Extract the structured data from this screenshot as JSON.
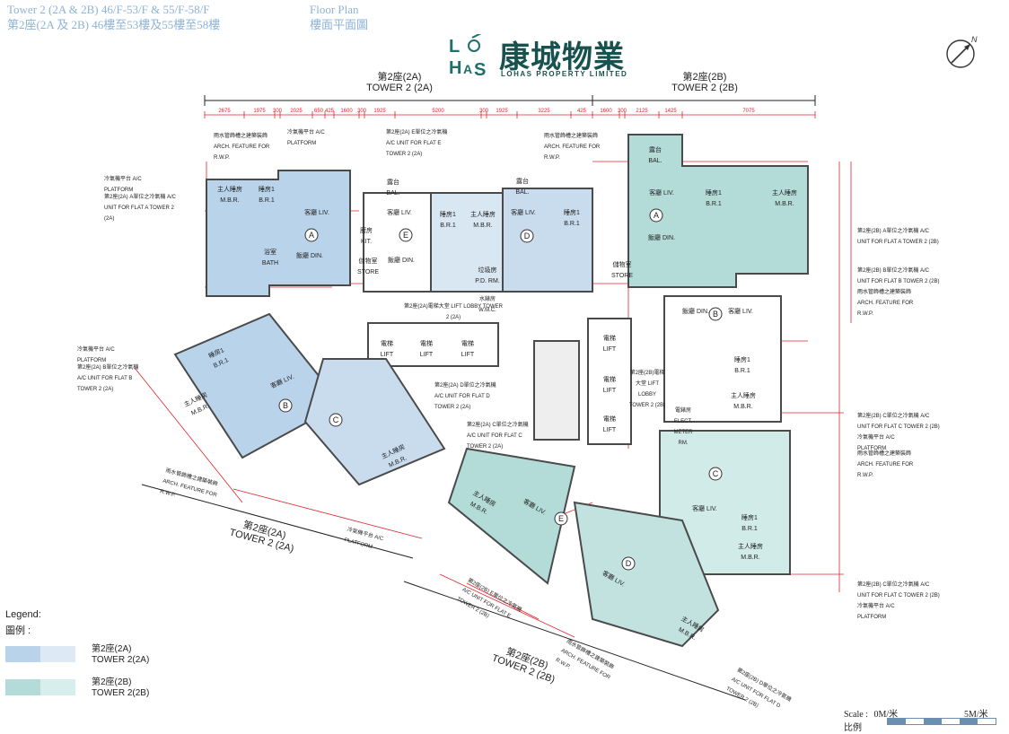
{
  "header": {
    "line1_a": "Tower 2 (2A & 2B)  46/F-53/F & 55/F-58/F",
    "line1_b": "Floor Plan",
    "line2_a": "第2座(2A 及 2B)  46樓至53樓及55樓至58樓",
    "line2_b": "樓面平面圖"
  },
  "logo": {
    "mark": "LOHAS",
    "name_cn": "康城物業",
    "name_en": "LOHAS PROPERTY LIMITED"
  },
  "north": "N",
  "tower_labels": {
    "top_2a_cn": "第2座(2A)",
    "top_2a_en": "TOWER 2 (2A)",
    "top_2b_cn": "第2座(2B)",
    "top_2b_en": "TOWER 2 (2B)",
    "bottom_2a_cn": "第2座(2A)",
    "bottom_2a_en": "TOWER 2 (2A)",
    "bottom_2b_cn": "第2座(2B)",
    "bottom_2b_en": "TOWER 2 (2B)"
  },
  "top_dimensions": [
    "2675",
    "1975",
    "300",
    "2025",
    "650",
    "425",
    "1600",
    "300",
    "1925",
    "5200",
    "300",
    "1925",
    "3225",
    "425",
    "1600",
    "300",
    "2125",
    "1425",
    "7075"
  ],
  "flats": [
    "A",
    "E",
    "D",
    "A",
    "B",
    "C",
    "C",
    "E",
    "D",
    "B"
  ],
  "rooms": {
    "liv": "客廳 LIV.",
    "din": "飯廳 DIN.",
    "mbr": "主人睡房 M.B.R.",
    "br1": "睡房1 B.R.1",
    "kit": "廚房 KIT.",
    "bath": "浴室 BATH",
    "bal": "露台 BAL.",
    "store": "儲物室 STORE",
    "lift": "電梯 LIFT",
    "lobby_2a": "第2座(2A)電梯大堂 LIFT LOBBY TOWER 2 (2A)",
    "lobby_2b": "第2座(2B)電梯大堂 LIFT LOBBY TOWER 2 (2B)",
    "refuse": "垃圾房 P.D. RM.",
    "meter": "電錶房 ELECT. METER RM.",
    "wmc": "水錶房 W.M.C."
  },
  "annotations": {
    "ac_platform": "冷氣機平台 A/C PLATFORM",
    "arch_feature": "雨水管飾槽之建築裝飾 ARCH. FEATURE FOR R.W.P.",
    "ac_unit_a_2a": "第2座(2A) A單位之冷氣機 A/C UNIT FOR FLAT A TOWER 2 (2A)",
    "ac_unit_b_2a": "第2座(2A) B單位之冷氣機 A/C UNIT FOR FLAT B TOWER 2 (2A)",
    "ac_unit_c_2a": "第2座(2A) C單位之冷氣機 A/C UNIT FOR FLAT C TOWER 2 (2A)",
    "ac_unit_d_2a": "第2座(2A) D單位之冷氣機 A/C UNIT FOR FLAT D TOWER 2 (2A)",
    "ac_unit_e_2a": "第2座(2A) E單位之冷氣機 A/C UNIT FOR FLAT E TOWER 2 (2A)",
    "ac_unit_a_2b": "第2座(2B) A單位之冷氣機 A/C UNIT FOR FLAT A TOWER 2 (2B)",
    "ac_unit_b_2b": "第2座(2B) B單位之冷氣機 A/C UNIT FOR FLAT B TOWER 2 (2B)",
    "ac_unit_c_2b": "第2座(2B) C單位之冷氣機 A/C UNIT FOR FLAT C TOWER 2 (2B)",
    "ac_unit_d_2b": "第2座(2B) D單位之冷氣機 A/C UNIT FOR FLAT D TOWER 2 (2B)",
    "ac_unit_e_2b": "第2座(2B) E單位之冷氣機 A/C UNIT FOR FLAT E TOWER 2 (2B)"
  },
  "legend": {
    "title_en": "Legend:",
    "title_cn": "圖例 :",
    "item1_cn": "第2座(2A)",
    "item1_en": "TOWER 2(2A)",
    "item1_color": "#b9d3ea",
    "item2_cn": "第2座(2B)",
    "item2_en": "TOWER 2(2B)",
    "item2_color": "#b3dbd8"
  },
  "scale": {
    "label_en": "Scale :",
    "label_cn": "比例",
    "start": "0M/米",
    "end": "5M/米"
  },
  "colors": {
    "tower_2a": "#b9d3ea",
    "tower_2b": "#b3dbd8",
    "dimension_red": "#e0242b",
    "wall": "#4a4a4a"
  }
}
